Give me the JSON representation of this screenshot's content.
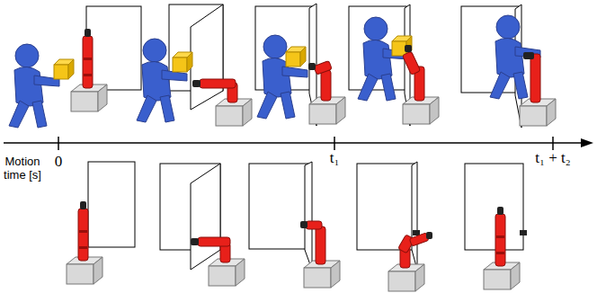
{
  "diagram": {
    "labels": [
      "Motion time [s]",
      "0",
      "t₁",
      "t₁ + t₂"
    ]
  }
}
